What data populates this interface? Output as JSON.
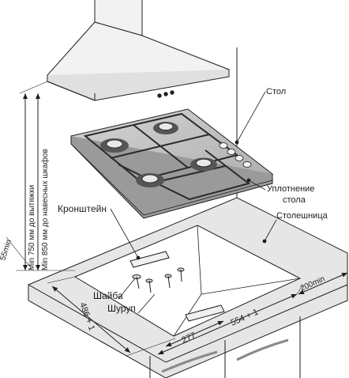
{
  "labels": {
    "table": "Стол",
    "seal_line1": "Уплотнение",
    "seal_line2": "стола",
    "countertop": "Столешница",
    "bracket": "Кронштейн",
    "washer": "Шайба",
    "screw": "Шуруп",
    "min_hood": "Min 750 мм до вытяжки",
    "min_cabinets": "Min 850 мм до навесных шкафов",
    "dim_55min": "55min",
    "dim_200min": "200min",
    "dim_depth": "486 + 1",
    "dim_width": "554 + 1",
    "dim_277": "277"
  },
  "colors": {
    "line": "#1e1e1e",
    "hob_surface": "#c9c9c9",
    "hob_edge": "#9a9a9a",
    "countertop": "#e6e6e6",
    "cutout": "#ffffff",
    "grate": "#2a2a2a",
    "hood": "#f2f2f2"
  }
}
